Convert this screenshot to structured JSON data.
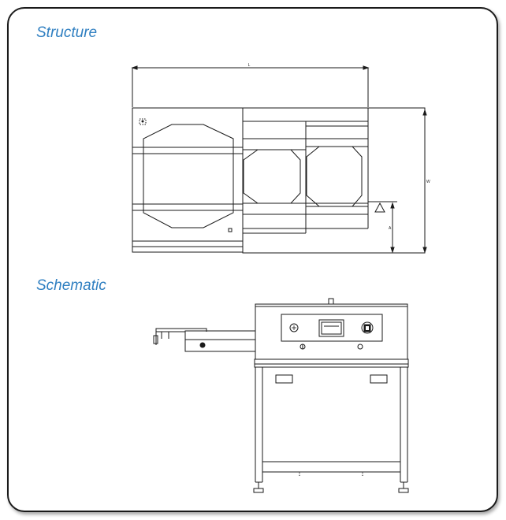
{
  "sections": {
    "structure_title": "Structure",
    "schematic_title": "Schematic"
  },
  "dimensions": {
    "length_label": "L",
    "width_label": "W",
    "height_label": "A"
  },
  "colors": {
    "heading": "#2f7fc1",
    "line": "#1a1a1a"
  }
}
